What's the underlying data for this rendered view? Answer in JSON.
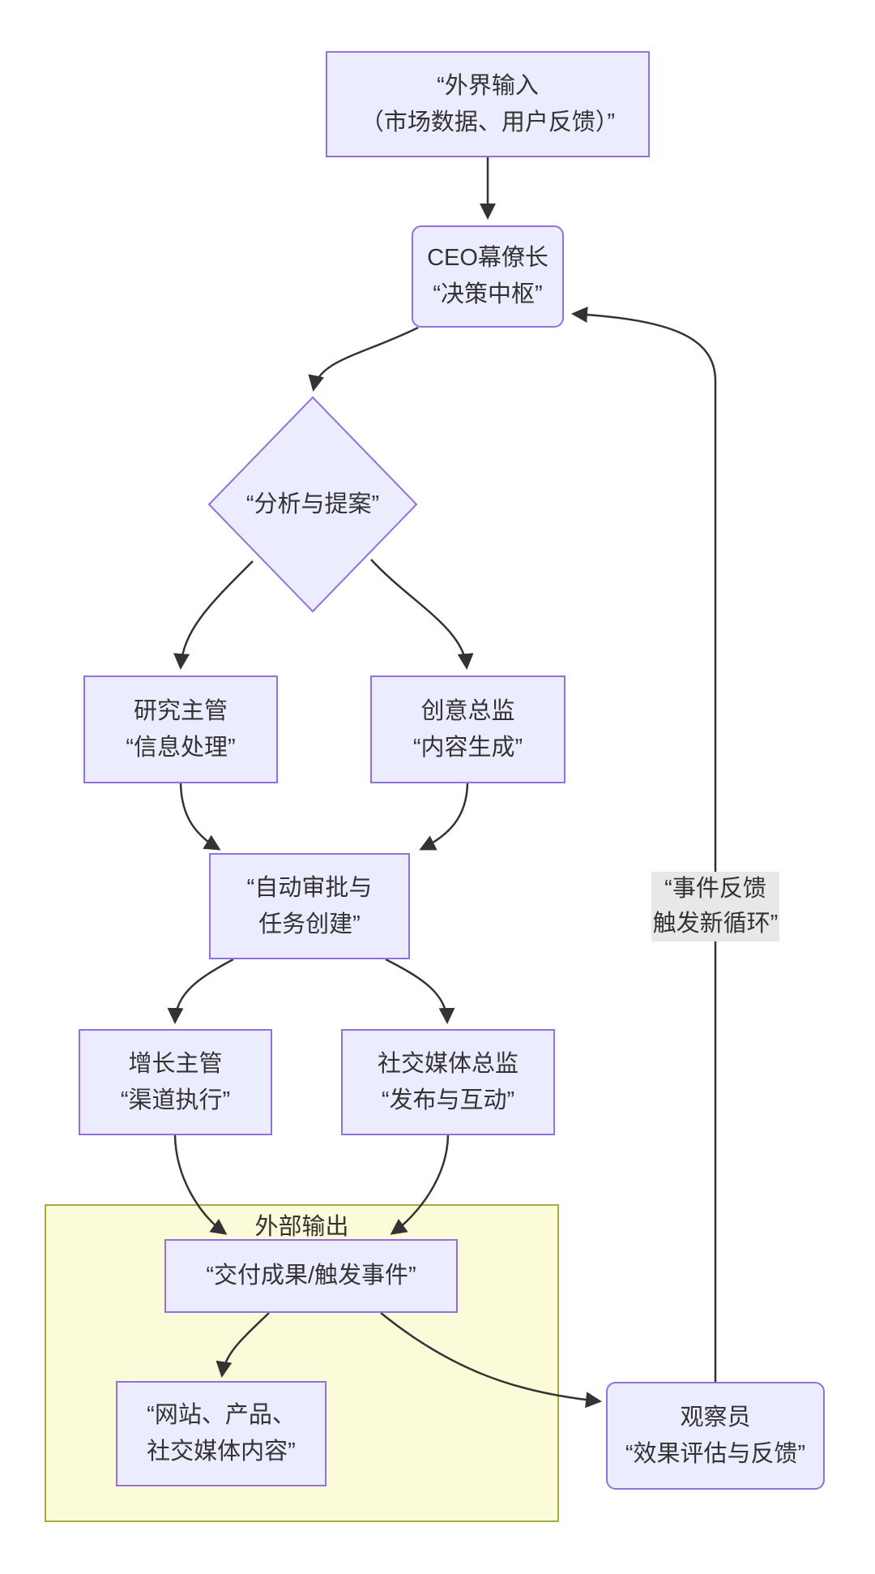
{
  "diagram_title": "agent-workflow-flowchart",
  "colors": {
    "background": "#FFFFFF",
    "node_fill": "#ECECFF",
    "node_border": "#9370DB",
    "cluster_fill": "#FBFBD9",
    "cluster_border": "#A9A93C",
    "edge_line": "#333333",
    "text": "#333333",
    "edge_label_bg": "#E8E8E8"
  },
  "nodes": {
    "external_input": {
      "line1": "“外界输入",
      "line2": "（市场数据、用户反馈）”"
    },
    "ceo": {
      "line1": "CEO幕僚长",
      "line2": "“决策中枢”"
    },
    "analysis": {
      "line1": "“分析与提案”"
    },
    "research": {
      "line1": "研究主管",
      "line2": "“信息处理”"
    },
    "creative": {
      "line1": "创意总监",
      "line2": "“内容生成”"
    },
    "auto_approval": {
      "line1": "“自动审批与",
      "line2": "任务创建”"
    },
    "growth": {
      "line1": "增长主管",
      "line2": "“渠道执行”"
    },
    "social": {
      "line1": "社交媒体总监",
      "line2": "“发布与互动”"
    },
    "deliver": {
      "line1": "“交付成果/触发事件”"
    },
    "website": {
      "line1": "“网站、产品、",
      "line2": "社交媒体内容”"
    },
    "observer": {
      "line1": "观察员",
      "line2": "“效果评估与反馈”"
    }
  },
  "cluster": {
    "label": "外部输出"
  },
  "edge_label": {
    "line1": "“事件反馈",
    "line2": "触发新循环”"
  }
}
